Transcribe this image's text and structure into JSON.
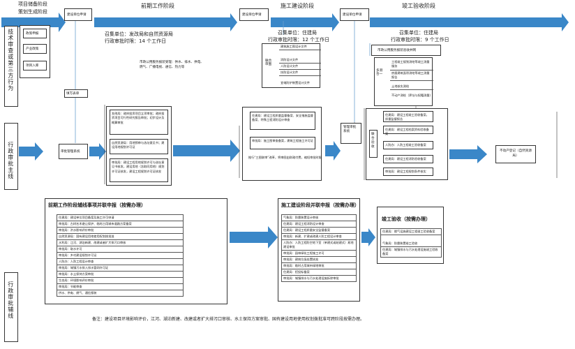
{
  "phases": {
    "project_reserve": "项目储备阶段",
    "plan_generation": "策划生成阶段",
    "preliminary": "前期工作阶段",
    "construction": "施工建设阶段",
    "acceptance": "竣工验收阶段"
  },
  "left_labels": {
    "tech_review": "技术审查或第三方行为",
    "admin_main": "行政审批主线",
    "admin_aux": "行政审批辅线"
  },
  "project_reserve": {
    "items": [
      "政策申报",
      "产业政策",
      "项目入库"
    ],
    "fill_form": "填写表单",
    "mgmt_system": "审批管理系统"
  },
  "bid_apply_labels": [
    "建设单位申请",
    "建设单位申请",
    "建设单位申请"
  ],
  "preliminary": {
    "convener_line1": "召集单位：发改局和自然资源局",
    "convener_line2": "行政审批时限：14 个工作日",
    "public_service": "市政公用服务报装受理：供水、排水、供电、燃气、广播电视、通信、热力等",
    "box_a": "发改局：政府投资项目立项审批；政府投资项目可行性研究报告审批；初步设计及概算审批",
    "box_b": "自然资源局：用地预审与选址意见书；建设用地规划许可证",
    "box_c": "审批局：建设工程用地规划许可与选址意见书核发，建设用地（含取同用地）规划许可证核发，建设工程规划许可证核发"
  },
  "construction": {
    "convener_line1": "召集单位：住建局",
    "convener_line2": "行政审批时限：12 个工作日",
    "side_label": "联合审图",
    "list": [
      "建筑施工图设计文件",
      "消防设计文件",
      "人防设计文件",
      "技防设计文件",
      "宜电防护装置设计文件"
    ],
    "box_a": "住建局：建设工程质量监督备案、安全措施监督备案、特殊工程消防设计审查",
    "box_b": "审批局：施工图审查备案，建筑工程施工许可证",
    "note": "推行“三图联审”改革，将审图由财政付费，缩短审批时限"
  },
  "acceptance": {
    "convener_line1": "召集单位：住建局",
    "convener_line2": "行政审批时限：9 个工作日",
    "public_service": "市政公用服务报装验收并网",
    "joint_label": "多测合一",
    "list": [
      "工程竣工规划测绘等竣工测量服务",
      "房屋建筑面积测绘等竣工测量报告",
      "土地核实测绘",
      "不动产测绘（界址与权籍测量）"
    ],
    "mgmt_sys": "管理审批系统",
    "joint_accept": "联合验收",
    "accept_items": [
      "住建局：建设工程竣工验收备案，质量监督报告",
      "住建局：建设工程档案资料验收备案",
      "人防办：人防工程竣工验收备案",
      "住建局：建设工程消防验收备案",
      "审批局：建设工程规划条件核实"
    ],
    "property_reg": "不动产登记（自然资源局）"
  },
  "aux": {
    "pre_title": "前期工作阶段辅线事项并联申报（按需办理）",
    "pre_items": [
      "住建局：建设单位项目备案及施工许可申请",
      "审批局：古树名木避让保护、临时占用城市道路方案备案",
      "审批局：洪水影响评价审批",
      "自然资源局：国有建设用地使用权划拨批准",
      "水利局：江河、湖泊新建、改建或者扩大排污口审核",
      "审批局：取水许可",
      "审批局：乡村建设规划许可证",
      "人防办：人防工程设计审查",
      "审批局：城镇污水排入排水管网许可证",
      "审批局：水土保持方案审批",
      "生态局：环境影响评价审批",
      "审批局：节能审查",
      "供水、供电、燃气、通信报装"
    ],
    "con_title": "施工建设阶段并联申报（按需办理）",
    "con_items": [
      "气象局：防雷装置设计审核",
      "住建局：建设工程消防设计审查",
      "住建局：建设工程质量安全监督备案",
      "审批局：新建、扩建或改建人防工程设计审查",
      "人防办：人防工程防空地下室（单建式或结建式）易地建设审批",
      "审批局：园林绿化工程施工许可",
      "审批局：建筑垃圾处置核准",
      "审批局：临时占用城市绿地审批",
      "住建局：招投标备案",
      "审批局：城镇排水与污水处理设施拆除审批"
    ],
    "acc_title": "竣工验收（按需办理）",
    "acc_items": [
      "住建局：燃气设施建设工程竣工验收备案",
      "气象局：防雷装置竣工验收",
      "住建局：城镇排水与污水处理设施竣工验收备案"
    ]
  },
  "footnote": "备注：建设项目环境影响评价，江河、湖泊新建、改建或者扩大排污口审核、水土保持方案审批、国有建设用地使用权划拨批准可跨阶段按需办理。"
}
